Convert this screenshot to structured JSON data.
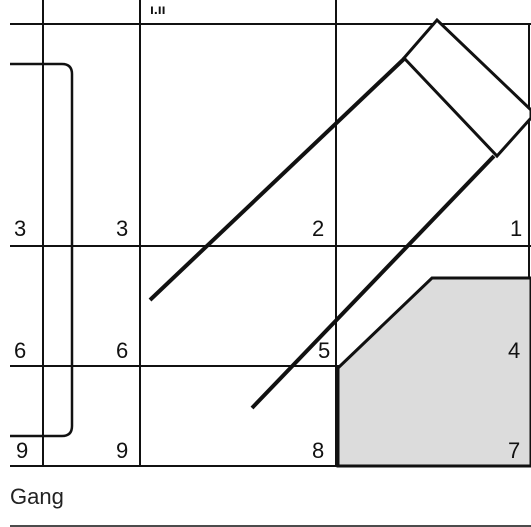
{
  "top_fragment": "ı.ıı",
  "cell_numbers": {
    "c1": "1",
    "c2": "2",
    "c3": "3",
    "c3_left": "3",
    "c4": "4",
    "c5": "5",
    "c6": "6",
    "c6_left": "6",
    "c7": "7",
    "c8": "8",
    "c9": "9",
    "c9_left": "9"
  },
  "caption": "Gang",
  "colors": {
    "line": "#111111",
    "fill_shape": "#dcdcdc",
    "background": "#ffffff"
  }
}
